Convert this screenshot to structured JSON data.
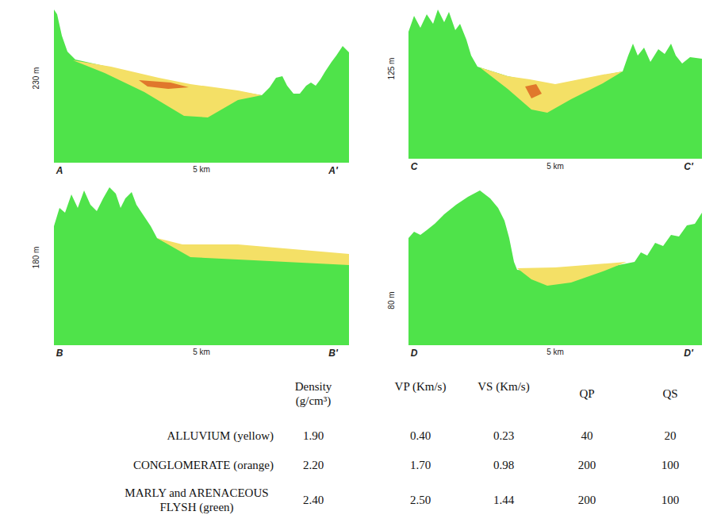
{
  "diagram": {
    "labels": [
      "230 m",
      "A",
      "5 km",
      "A'",
      "125 m",
      "C",
      "5 km",
      "C'",
      "180 m",
      "B",
      "5 km",
      "B'",
      "80 m",
      "D",
      "5 km",
      "D'",
      "Density (g/cm³)",
      "VP (Km/s)",
      "VS (Km/s)",
      "QP",
      "QS",
      "ALLUVIUM (yellow)",
      "1.90",
      "0.40",
      "0.23",
      "40",
      "20",
      "CONGLOMERATE (orange)",
      "2.20",
      "1.70",
      "0.98",
      "200",
      "100",
      "MARLY and ARENACEOUS FLYSH (green)",
      "2.40",
      "2.50",
      "1.44",
      "200",
      "100"
    ]
  }
}
